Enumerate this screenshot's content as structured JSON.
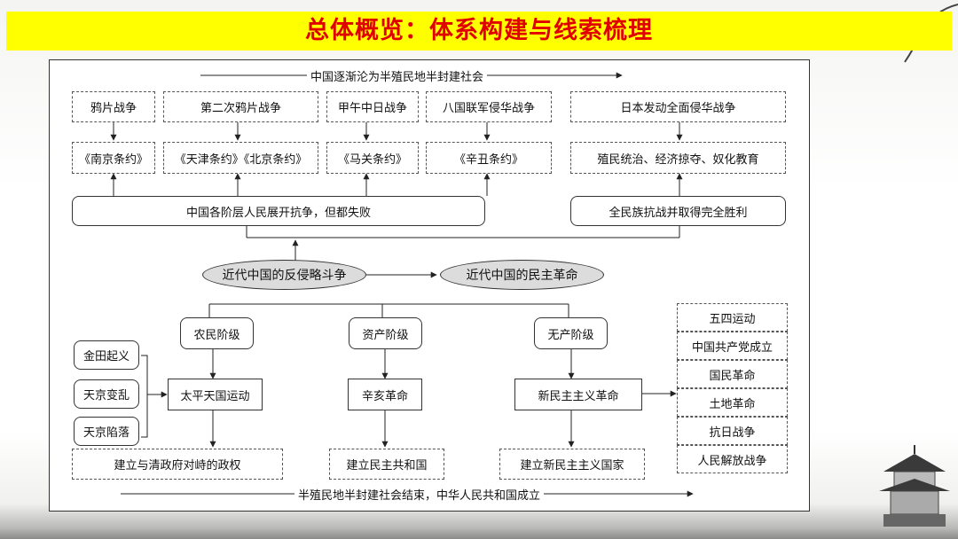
{
  "title": "总体概览：体系构建与线索梳理",
  "colors": {
    "title_bg": "#ffff00",
    "title_text": "#e00000",
    "ellipse_fill": "#dcdcdc"
  },
  "top_trend": "中国逐渐沦为半殖民地半封建社会",
  "bottom_trend": "半殖民地半封建社会结束，中华人民共和国成立",
  "wars": [
    "鸦片战争",
    "第二次鸦片战争",
    "甲午中日战争",
    "八国联军侵华战争",
    "日本发动全面侵华战争"
  ],
  "treaties": [
    "《南京条约》",
    "《天津条约》《北京条约》",
    "《马关条约》",
    "《辛丑条约》",
    "殖民统治、经济掠夺、奴化教育"
  ],
  "resistance": [
    "中国各阶层人民展开抗争，但都失败",
    "全民族抗战并取得完全胜利"
  ],
  "ellipses": [
    "近代中国的反侵略斗争",
    "近代中国的民主革命"
  ],
  "classes": [
    "农民阶级",
    "资产阶级",
    "无产阶级"
  ],
  "events": [
    "金田起义",
    "天京变乱",
    "天京陷落"
  ],
  "movements": [
    "太平天国运动",
    "辛亥革命",
    "新民主主义革命"
  ],
  "results": [
    "建立与清政府对峙的政权",
    "建立民主共和国",
    "建立新民主主义国家"
  ],
  "phases": [
    "五四运动",
    "中国共产党成立",
    "国民革命",
    "土地革命",
    "抗日战争",
    "人民解放战争"
  ]
}
